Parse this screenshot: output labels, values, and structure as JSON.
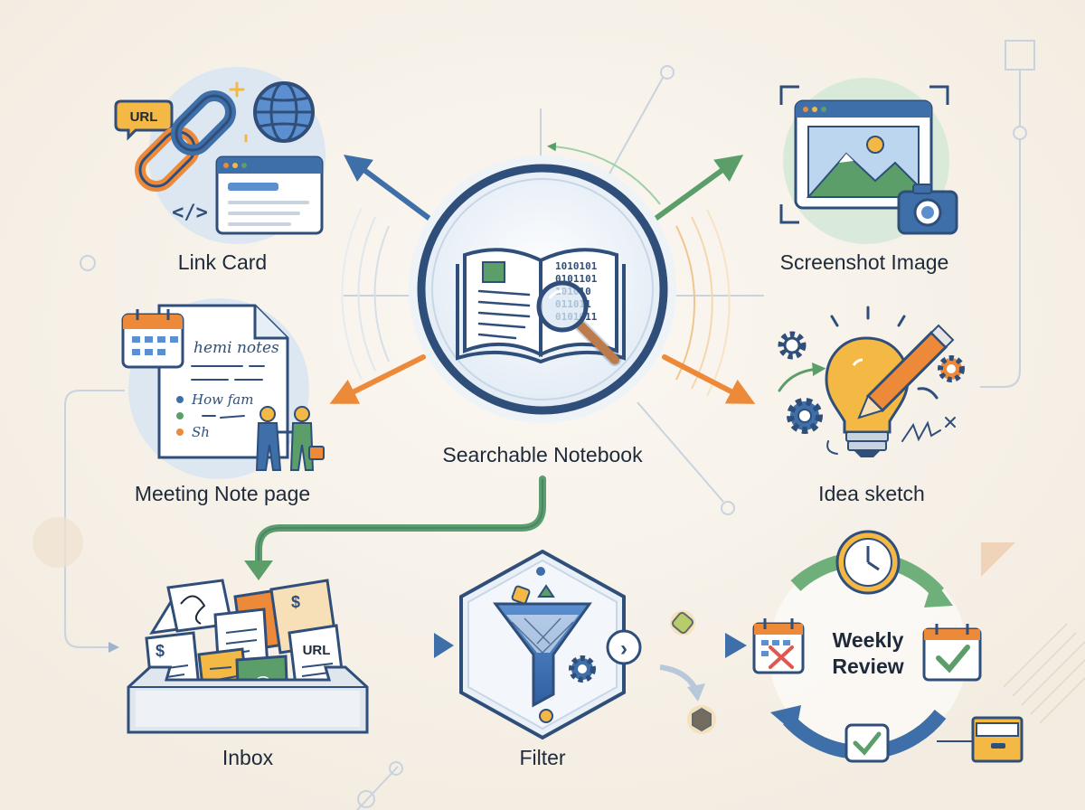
{
  "colors": {
    "background": "#f7f2ea",
    "navy": "#2f4f7a",
    "blue": "#3f6fa8",
    "green": "#5c9e6a",
    "orange": "#ec8a3a",
    "yellow": "#f4b844",
    "ink": "#1e2a3a"
  },
  "center": {
    "label": "Searchable Notebook",
    "binary_lines": [
      "1010101",
      "0101101",
      "101010",
      "011011",
      "0101011"
    ]
  },
  "nodes": {
    "link_card": {
      "label": "Link Card",
      "url_badge": "URL",
      "code_glyph": "</>"
    },
    "screenshot_image": {
      "label": "Screenshot Image"
    },
    "meeting_note": {
      "label": "Meeting Note page",
      "title": "hemi notes",
      "item1": "How fam",
      "item2": "Sh"
    },
    "idea_sketch": {
      "label": "Idea sketch"
    }
  },
  "workflow": {
    "inbox": {
      "label": "Inbox",
      "url_doc": "URL",
      "dollar": "$",
      "at": "@"
    },
    "filter": {
      "label": "Filter",
      "next_glyph": "›"
    },
    "weekly_review": {
      "line1": "Weekly",
      "line2": "Review"
    }
  }
}
